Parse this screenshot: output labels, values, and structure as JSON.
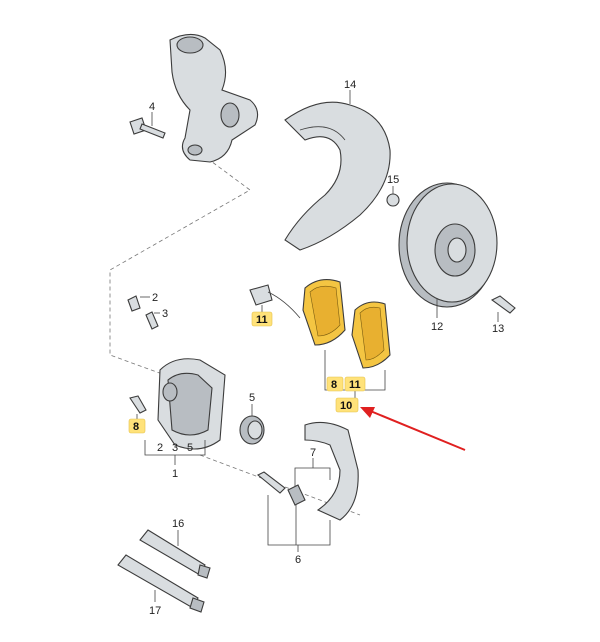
{
  "labels": {
    "p1": "1",
    "p2a": "2",
    "p2b": "2",
    "p3a": "3",
    "p3b": "3",
    "p4": "4",
    "p5a": "5",
    "p5b": "5",
    "p6": "6",
    "p7": "7",
    "p8a": "8",
    "p8b": "8",
    "p10": "10",
    "p11a": "11",
    "p11b": "11",
    "p12": "12",
    "p13": "13",
    "p14": "14",
    "p15": "15",
    "p16": "16",
    "p17": "17"
  },
  "colors": {
    "highlight_badge": "#ffe27a",
    "brake_pad_fill": "#f4c542",
    "arrow": "#e02020"
  }
}
